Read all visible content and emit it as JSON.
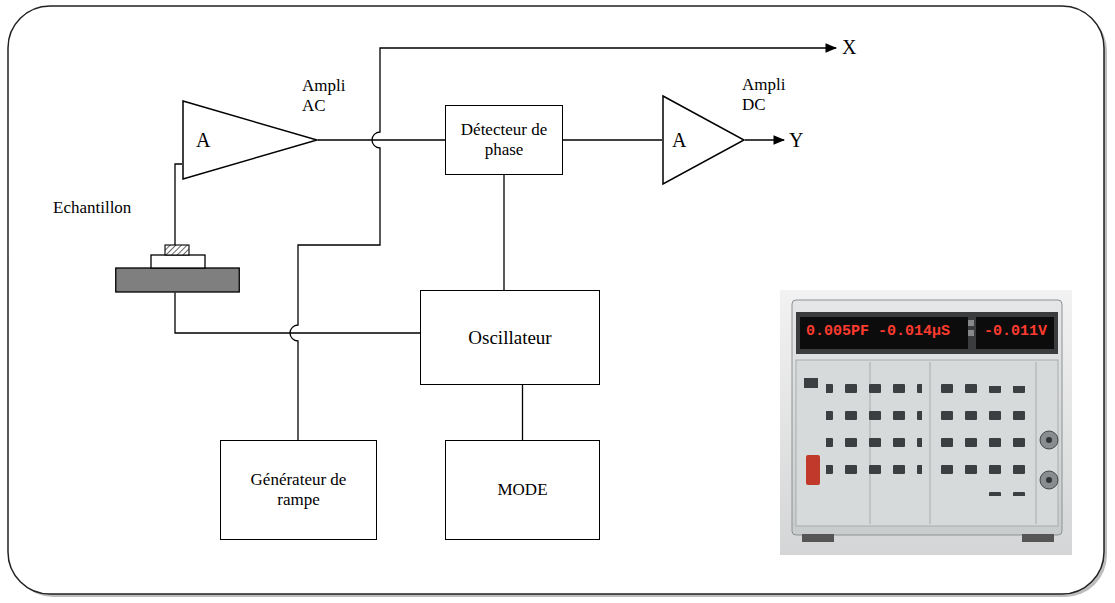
{
  "diagram": {
    "nodes": [
      {
        "text": [
          "A",
          "Ampli AC"
        ]
      },
      {
        "text": [
          "Détecteur de phase"
        ]
      },
      {
        "text": [
          "A",
          "Ampli DC"
        ]
      },
      {
        "text": [
          "Echantillon"
        ]
      },
      {
        "text": [
          "Oscillateur"
        ]
      },
      {
        "text": [
          "Générateur de rampe"
        ]
      },
      {
        "text": [
          "MODE"
        ]
      }
    ],
    "edges": [
      {
        "from": 3,
        "to": 0,
        "arrow": "none"
      },
      {
        "from": 0,
        "to": 1,
        "arrow": "none"
      },
      {
        "from": 1,
        "to": 2,
        "arrow": "none"
      },
      {
        "from": 1,
        "to": 4,
        "arrow": "none"
      },
      {
        "from": 4,
        "to": 3,
        "arrow": "none"
      },
      {
        "from": 4,
        "to": 6,
        "arrow": "none"
      }
    ],
    "labels": [
      "X",
      "Y",
      "0.005PF",
      "-0.014µS",
      "-0.011V"
    ]
  }
}
